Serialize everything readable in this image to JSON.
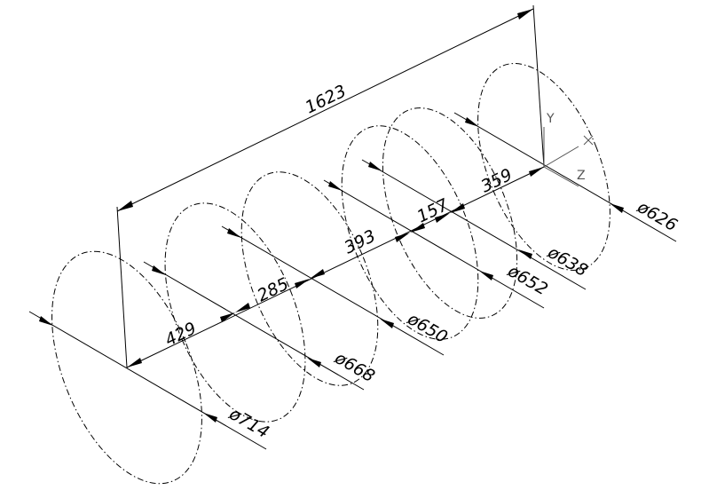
{
  "drawing": {
    "overall_length": "1623",
    "segments": [
      "429",
      "285",
      "393",
      "157",
      "359"
    ],
    "diameters": [
      "ø714",
      "ø668",
      "ø650",
      "ø652",
      "ø638",
      "ø626"
    ],
    "axes": {
      "y": "Y",
      "x": "X",
      "z": "Z"
    }
  }
}
